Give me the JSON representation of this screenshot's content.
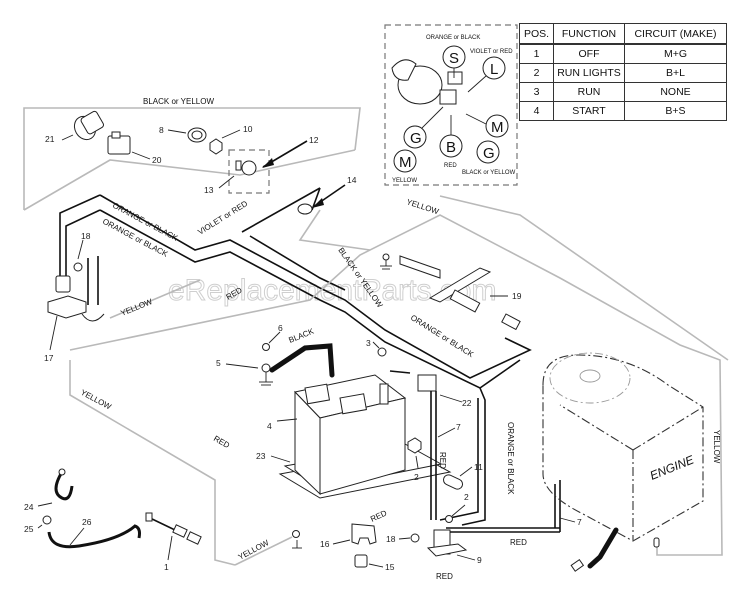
{
  "diagram": {
    "title": "Riding Mower Electrical System Wiring Diagram",
    "watermark": "eReplacementParts.com",
    "engine_label": "ENGINE",
    "wire_labels": {
      "black_or_yellow_top": "BLACK or YELLOW",
      "orange_or_black_1": "ORANGE or BLACK",
      "orange_or_black_2": "ORANGE or BLACK",
      "violet_or_red": "VIOLET or RED",
      "yellow_top": "YELLOW",
      "black_or_yellow_mid": "BLACK or YELLOW",
      "yellow_left": "YELLOW",
      "red_left": "RED",
      "orange_or_black_3": "ORANGE or BLACK",
      "black_battery": "BLACK",
      "yellow_side": "YELLOW",
      "red_mid": "RED",
      "orange_or_black_vertical": "ORANGE or BLACK",
      "red_vertical": "RED",
      "yellow_engine": "YELLOW",
      "red_tray": "RED",
      "yellow_bottom": "YELLOW",
      "red_solenoid_right": "RED",
      "red_solenoid_bottom": "RED"
    },
    "ignition_switch": {
      "wire_labels": {
        "s": "ORANGE or BLACK",
        "l": "VIOLET or RED",
        "b": "RED",
        "g": "BLACK or YELLOW",
        "m": "YELLOW"
      },
      "terminals": [
        "S",
        "L",
        "G",
        "B",
        "M",
        "G",
        "M"
      ]
    },
    "part_numbers": {
      "p1": "1",
      "p2a": "2",
      "p2b": "2",
      "p3": "3",
      "p4": "4",
      "p5": "5",
      "p6": "6",
      "p7a": "7",
      "p7b": "7",
      "p8": "8",
      "p9": "9",
      "p10": "10",
      "p11": "11",
      "p12": "12",
      "p13": "13",
      "p14": "14",
      "p15": "15",
      "p16": "16",
      "p17": "17",
      "p18a": "18",
      "p18b": "18",
      "p19": "19",
      "p20": "20",
      "p21": "21",
      "p22": "22",
      "p23": "23",
      "p24": "24",
      "p25": "25",
      "p26": "26"
    }
  },
  "switch_table": {
    "headers": [
      "POS.",
      "FUNCTION",
      "CIRCUIT  (MAKE)"
    ],
    "rows": [
      [
        "1",
        "OFF",
        "M+G"
      ],
      [
        "2",
        "RUN LIGHTS",
        "B+L"
      ],
      [
        "3",
        "RUN",
        "NONE"
      ],
      [
        "4",
        "START",
        "B+S"
      ]
    ]
  }
}
